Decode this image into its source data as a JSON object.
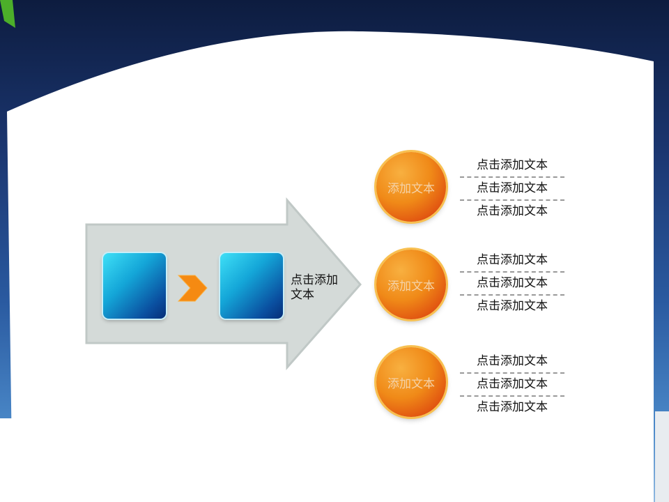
{
  "center_label": "点击添加文本",
  "groups": [
    {
      "circle_label": "添加文本",
      "items": [
        "点击添加文本",
        "点击添加文本",
        "点击添加文本"
      ]
    },
    {
      "circle_label": "添加文本",
      "items": [
        "点击添加文本",
        "点击添加文本",
        "点击添加文本"
      ]
    },
    {
      "circle_label": "添加文本",
      "items": [
        "点击添加文本",
        "点击添加文本",
        "点击添加文本"
      ]
    }
  ],
  "colors": {
    "orange": "#f08a18",
    "blue": "#14a6d8",
    "sky": "#1b3670"
  }
}
